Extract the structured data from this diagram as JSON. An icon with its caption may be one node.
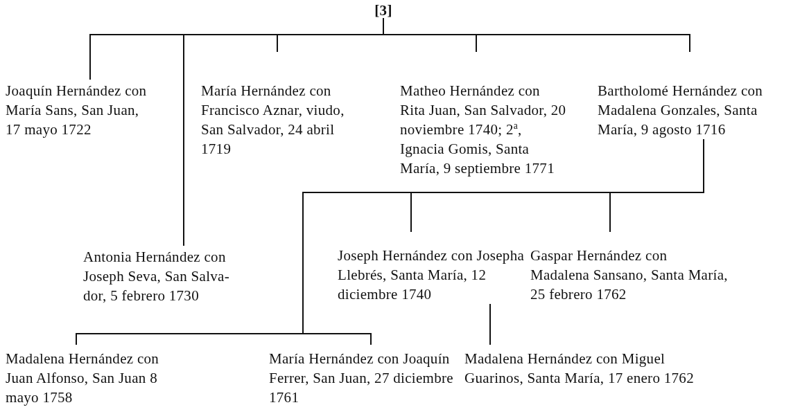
{
  "diagram": {
    "nodes": [
      {
        "text": [
          "[3]"
        ]
      },
      {
        "text": [
          "Joaquín Hernández con María Sans, San Juan, 17 mayo 1722"
        ]
      },
      {
        "text": [
          "María Hernández con Francisco Aznar, viudo, San Salvador, 24 abril 1719"
        ]
      },
      {
        "text": [
          "Matheo Hernández con Rita Juan, San Salvador, 20 noviembre 1740; 2$^{a}$, Ignacia Gomis, Santa María, 9 septiembre 1771"
        ]
      },
      {
        "text": [
          "Bartholomé Hernández con Madalena Gonzales, Santa María, 9 agosto 1716"
        ]
      },
      {
        "text": [
          "Antonia Hernández con Joseph Seva, San Salva-dor, 5 febrero 1730"
        ]
      },
      {
        "text": [
          "Joseph Hernández con Josepha Llebrés, Santa María, 12 diciembre 1740"
        ]
      },
      {
        "text": [
          "Gaspar Hernández con Madalena Sansano, Santa María, 25 febrero 1762"
        ]
      },
      {
        "text": [
          "Madalena Hernández con Juan Alfonso, San Juan 8 mayo 1758"
        ]
      },
      {
        "text": [
          "María Hernández con Joaquín Ferrer, San Juan, 27 diciembre 1761"
        ]
      },
      {
        "text": [
          "Madalena Hernández con Miguel Guarinos, Santa María, 17 enero 1762"
        ]
      }
    ],
    "edges": [
      {
        "from": 0,
        "to": 1,
        "arrow": "none"
      },
      {
        "from": 0,
        "to": 2,
        "arrow": "none"
      },
      {
        "from": 0,
        "to": 3,
        "arrow": "none"
      },
      {
        "from": 0,
        "to": 4,
        "arrow": "none"
      },
      {
        "from": 0,
        "to": 5,
        "arrow": "none"
      },
      {
        "from": 4,
        "to": 6,
        "arrow": "none"
      },
      {
        "from": 4,
        "to": 7,
        "arrow": "none"
      },
      {
        "from": 4,
        "to": 8,
        "arrow": "none"
      },
      {
        "from": 4,
        "to": 9,
        "arrow": "none"
      },
      {
        "from": 6,
        "to": 10,
        "arrow": "none"
      }
    ]
  }
}
